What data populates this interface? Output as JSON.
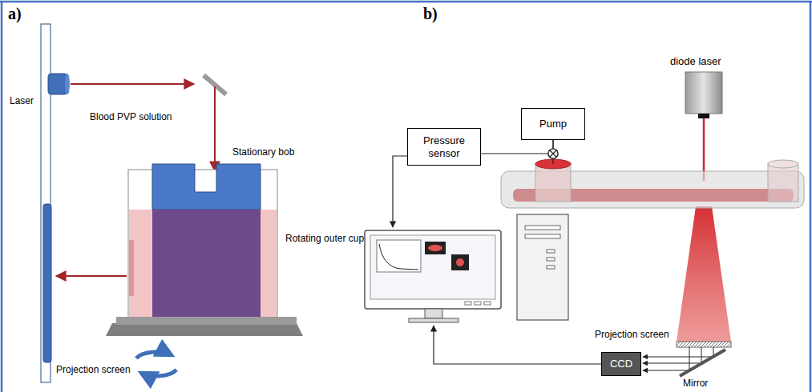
{
  "diagram": {
    "nodes": [
      {
        "text": [
          "Pump"
        ]
      },
      {
        "text": [
          "Pressure sensor"
        ]
      },
      {
        "text": [
          "CCD"
        ]
      }
    ],
    "edges": [
      {
        "from": 1,
        "to": 0,
        "arrow": "none"
      }
    ],
    "labels": [
      "a)",
      "b)",
      "Laser",
      "Blood PVP solution",
      "Stationary bob",
      "Rotating outer cup",
      "Projection screen",
      "diode laser",
      "Projection screen",
      "Mirror"
    ]
  }
}
